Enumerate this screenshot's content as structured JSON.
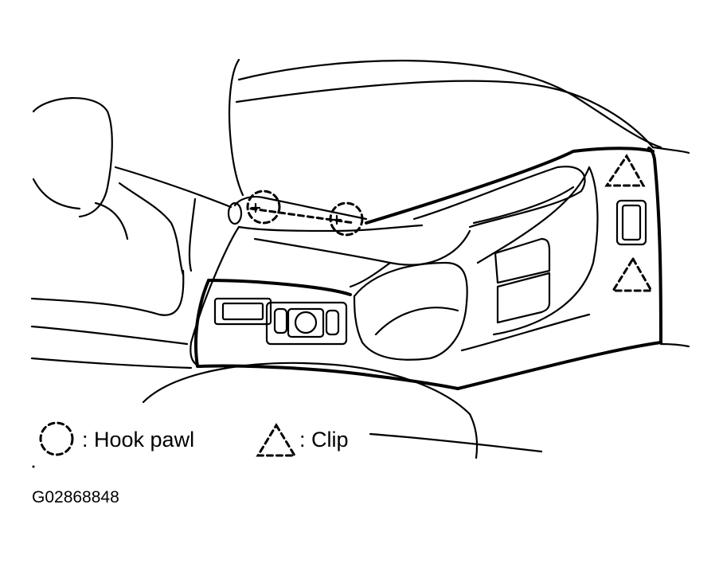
{
  "legend": {
    "hook_pawl_label": ": Hook pawl",
    "clip_label": ": Clip"
  },
  "figure_code": "G02868848",
  "icons": [
    "hook-pawl-icon",
    "clip-icon"
  ]
}
